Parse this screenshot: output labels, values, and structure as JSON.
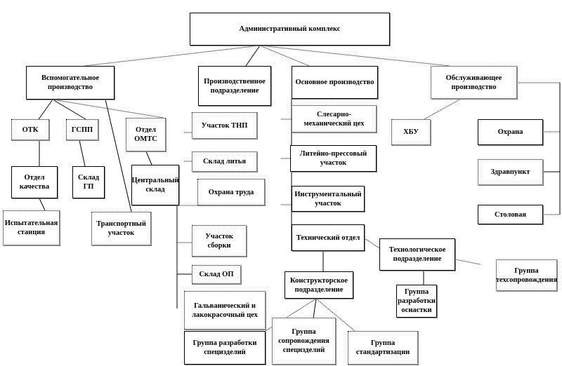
{
  "title": "Административный комплекс",
  "nodes": {
    "aux": "Вспомогательное производство",
    "prod_unit": "Производственное подразделение",
    "main": "Основное производство",
    "service": "Обслуживающее производство",
    "otk": "ОТК",
    "gspp": "ГСПП",
    "omts": "Отдел ОМТС",
    "tnp": "Участок ТНП",
    "cast_store": "Склад литья",
    "labor": "Охрана труда",
    "mech": "Слесарно-механический цех",
    "press": "Литейно-прессовый участок",
    "tool": "Инструментальный участок",
    "tech": "Технический отдел",
    "hbu": "ХБУ",
    "guard": "Охрана",
    "medic": "Здравпункт",
    "canteen": "Столовая",
    "quality": "Отдел качества",
    "gp_store": "Склад ГП",
    "central_store": "Центральный склад",
    "test": "Испытательная станция",
    "transport": "Транспортный участок",
    "assembly": "Участок сборки",
    "op_store": "Склад ОП",
    "galv": "Гальванический и лакокрасочный цех",
    "dev_special": "Группа разработки специзделий",
    "support_special": "Группа сопровождения специзделий",
    "standard": "Группа стандартизации",
    "design": "Конструкторское подразделение",
    "techn": "Технологическое подразделение",
    "tooling": "Группа разработки оснастки",
    "techsupport": "Группа техсопровождения"
  }
}
